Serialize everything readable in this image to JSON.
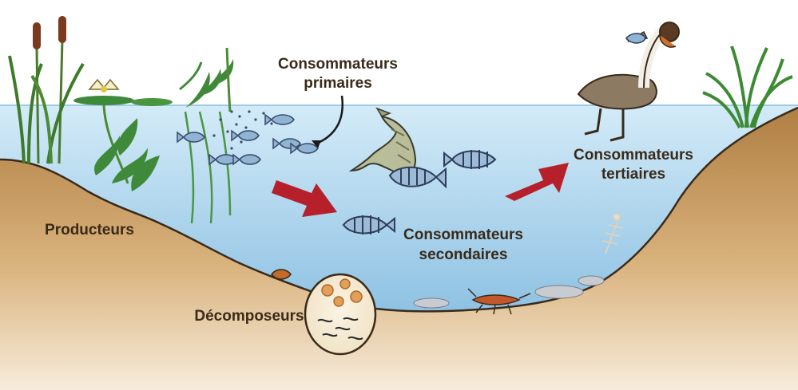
{
  "labels": {
    "primary": {
      "line1": "Consommateurs",
      "line2": "primaires"
    },
    "secondary": {
      "line1": "Consommateurs",
      "line2": "secondaires"
    },
    "tertiary": {
      "line1": "Consommateurs",
      "line2": "tertiaires"
    },
    "producers": "Producteurs",
    "decomposers": "Décomposeurs"
  },
  "colors": {
    "sky": "#ffffff",
    "water_top": "#cfe8f6",
    "water_bottom": "#8fc3e4",
    "soil_top": "#b8874a",
    "soil_bottom": "#f3e2c8",
    "arrow": "#b5202a",
    "plant": "#3f8a3a",
    "fish": "#8fb4d4"
  },
  "icons": [
    "cattail-icon",
    "water-lily-icon",
    "fish-icon",
    "pike-icon",
    "grebe-icon",
    "larva-icon",
    "microbe-circle-icon",
    "grass-icon",
    "skeleton-icon"
  ]
}
